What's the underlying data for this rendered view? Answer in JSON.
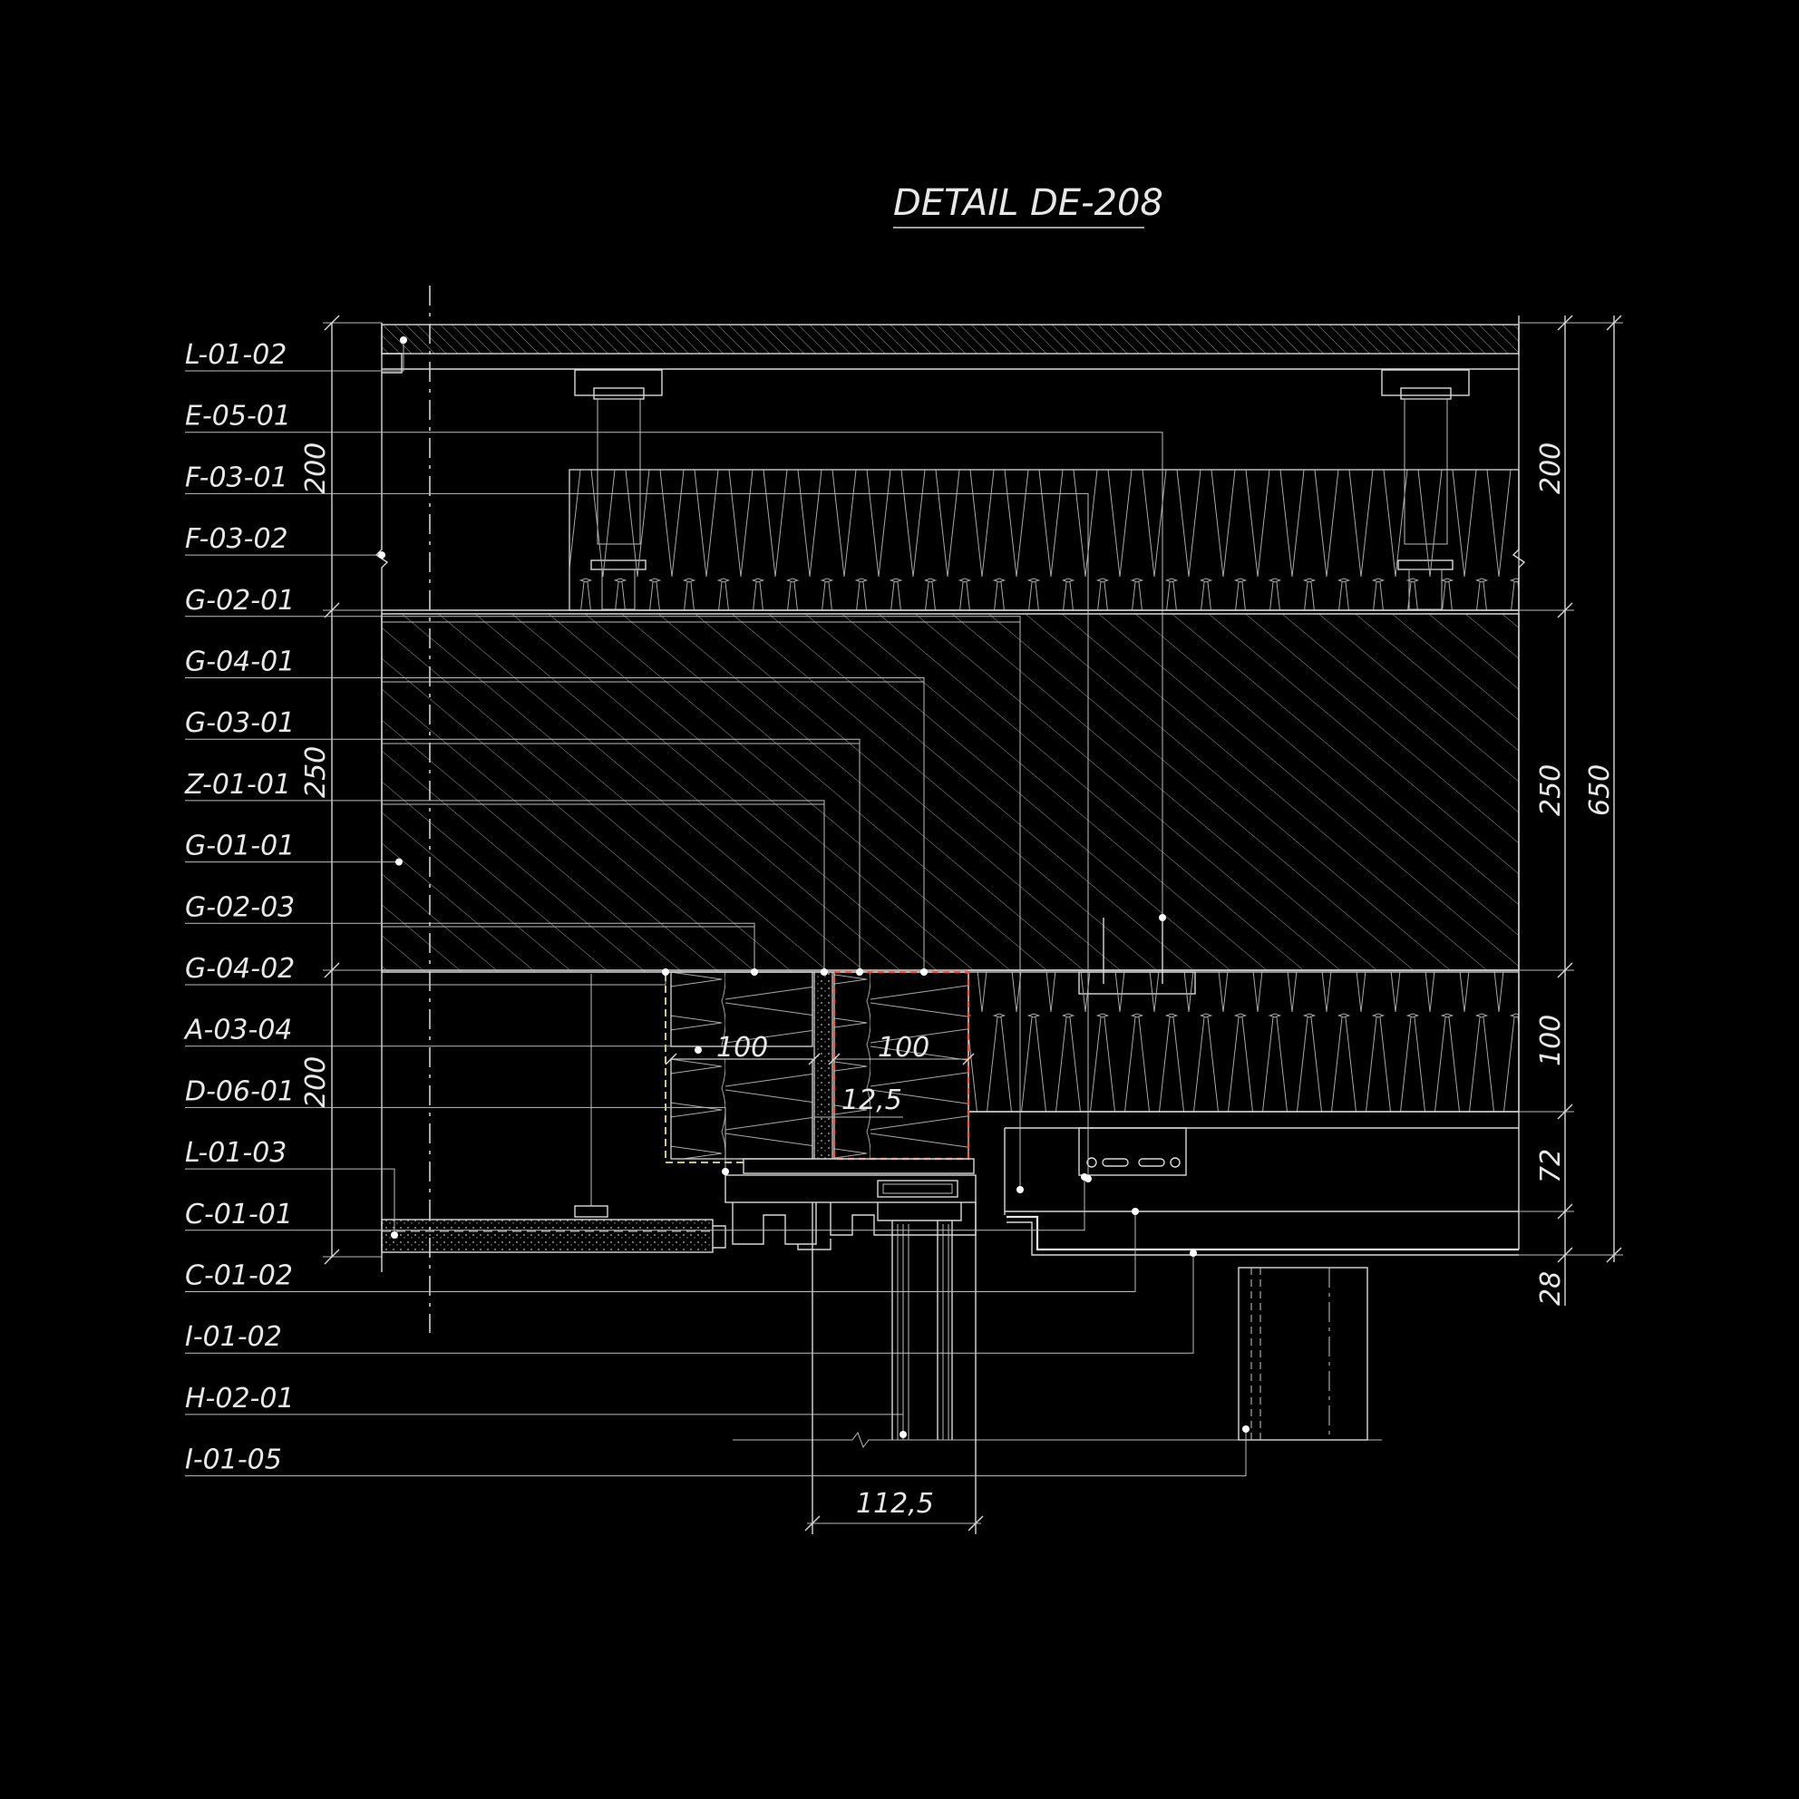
{
  "title": "DETAIL DE-208",
  "labels": [
    "L-01-02",
    "E-05-01",
    "F-03-01",
    "F-03-02",
    "G-02-01",
    "G-04-01",
    "G-03-01",
    "Z-01-01",
    "G-01-01",
    "G-02-03",
    "G-04-02",
    "A-03-04",
    "D-06-01",
    "L-01-03",
    "C-01-01",
    "C-01-02",
    "I-01-02",
    "H-02-01",
    "I-01-05"
  ],
  "dimensions": {
    "left_top": "200",
    "left_mid": "250",
    "left_bottom": "200",
    "right_200": "200",
    "right_250": "250",
    "right_100": "100",
    "right_72": "72",
    "right_28": "28",
    "right_total": "650",
    "box_left": "100",
    "box_right": "100",
    "gap": "12,5",
    "bottom": "112,5"
  },
  "colors": {
    "background": "#000000",
    "lines": "#d8d8d8",
    "accent": "#e85a3c",
    "yellow": "#e8e07a"
  }
}
